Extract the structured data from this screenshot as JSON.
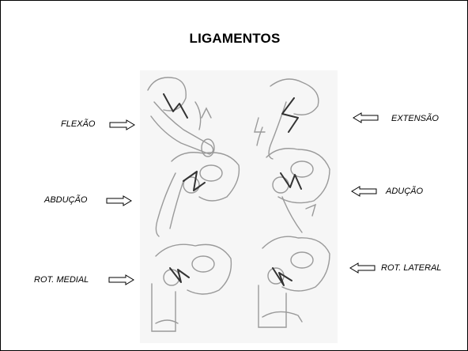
{
  "slide": {
    "title": "LIGAMENTOS",
    "movements": [
      {
        "label": "FLEXÃO",
        "side": "left"
      },
      {
        "label": "EXTENSÃO",
        "side": "right"
      },
      {
        "label": "ABDUÇÃO",
        "side": "left"
      },
      {
        "label": "ADUÇÃO",
        "side": "right"
      },
      {
        "label": "ROT. MEDIAL",
        "side": "left"
      },
      {
        "label": "ROT. LATERAL",
        "side": "right"
      }
    ],
    "illustration": {
      "description_icon": "hip-ligaments-drawing",
      "panels": 6
    },
    "colors": {
      "border": "#000000",
      "text": "#000000",
      "drawing_line": "#9a9a9a",
      "ligament_line": "#333333",
      "paper": "#f6f6f6"
    }
  }
}
